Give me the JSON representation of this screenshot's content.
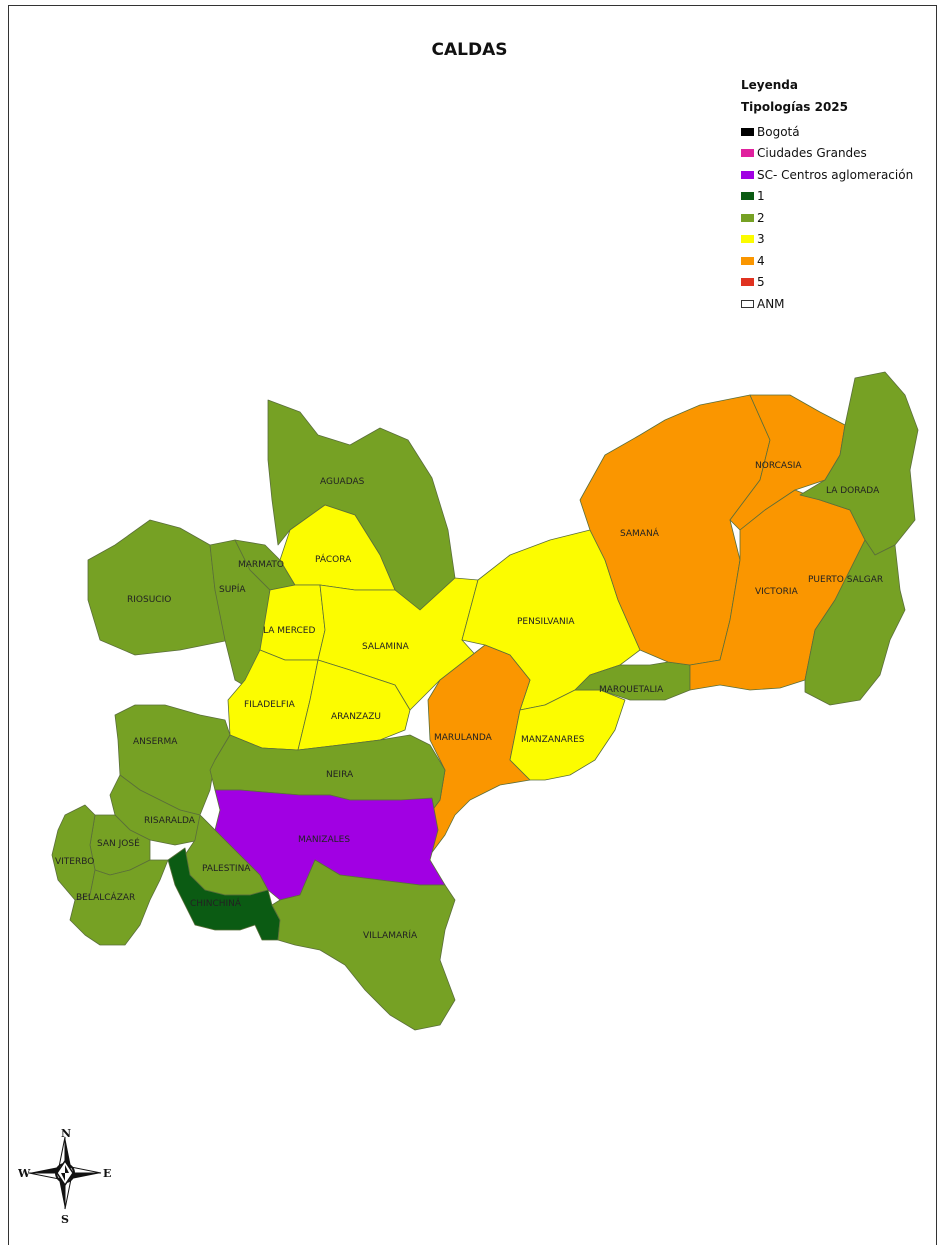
{
  "title": "CALDAS",
  "legend": {
    "heading": "Leyenda",
    "subheading": "Tipologías 2025",
    "items": [
      {
        "label": "Bogotá",
        "color": "#000000"
      },
      {
        "label": "Ciudades Grandes",
        "color": "#e0219e"
      },
      {
        "label": "SC- Centros aglomeración",
        "color": "#a100e3"
      },
      {
        "label": "1",
        "color": "#0b5b13"
      },
      {
        "label": "2",
        "color": "#76a124"
      },
      {
        "label": "3",
        "color": "#fcfc00"
      },
      {
        "label": "4",
        "color": "#fa9600"
      },
      {
        "label": "5",
        "color": "#e03220"
      },
      {
        "label": "ANM",
        "color": "#ffffff"
      }
    ]
  },
  "municipalities": [
    {
      "name": "AGUADAS",
      "typology": "2"
    },
    {
      "name": "PÁCORA",
      "typology": "3"
    },
    {
      "name": "MARMATO",
      "typology": "2"
    },
    {
      "name": "SUPÍA",
      "typology": "2"
    },
    {
      "name": "RIOSUCIO",
      "typology": "2"
    },
    {
      "name": "LA MERCED",
      "typology": "3"
    },
    {
      "name": "SALAMINA",
      "typology": "3"
    },
    {
      "name": "FILADELFIA",
      "typology": "3"
    },
    {
      "name": "ARANZAZU",
      "typology": "3"
    },
    {
      "name": "PENSILVANIA",
      "typology": "3"
    },
    {
      "name": "SAMANÁ",
      "typology": "4"
    },
    {
      "name": "NORCASIA",
      "typology": "4"
    },
    {
      "name": "LA DORADA",
      "typology": "2"
    },
    {
      "name": "PUERTO SALGAR",
      "typology": "2"
    },
    {
      "name": "VICTORIA",
      "typology": "4"
    },
    {
      "name": "MARQUETALIA",
      "typology": "2"
    },
    {
      "name": "MARULANDA",
      "typology": "4"
    },
    {
      "name": "MANZANARES",
      "typology": "3"
    },
    {
      "name": "ANSERMA",
      "typology": "2"
    },
    {
      "name": "NEIRA",
      "typology": "2"
    },
    {
      "name": "RISARALDA",
      "typology": "2"
    },
    {
      "name": "SAN JOSÉ",
      "typology": "2"
    },
    {
      "name": "VITERBO",
      "typology": "2"
    },
    {
      "name": "BELALCÁZAR",
      "typology": "2"
    },
    {
      "name": "MANIZALES",
      "typology": "SC- Centros aglomeración"
    },
    {
      "name": "PALESTINA",
      "typology": "2"
    },
    {
      "name": "CHINCHINÁ",
      "typology": "1"
    },
    {
      "name": "VILLAMARÍA",
      "typology": "2"
    }
  ],
  "compass": {
    "n": "N",
    "s": "S",
    "e": "E",
    "w": "W"
  }
}
